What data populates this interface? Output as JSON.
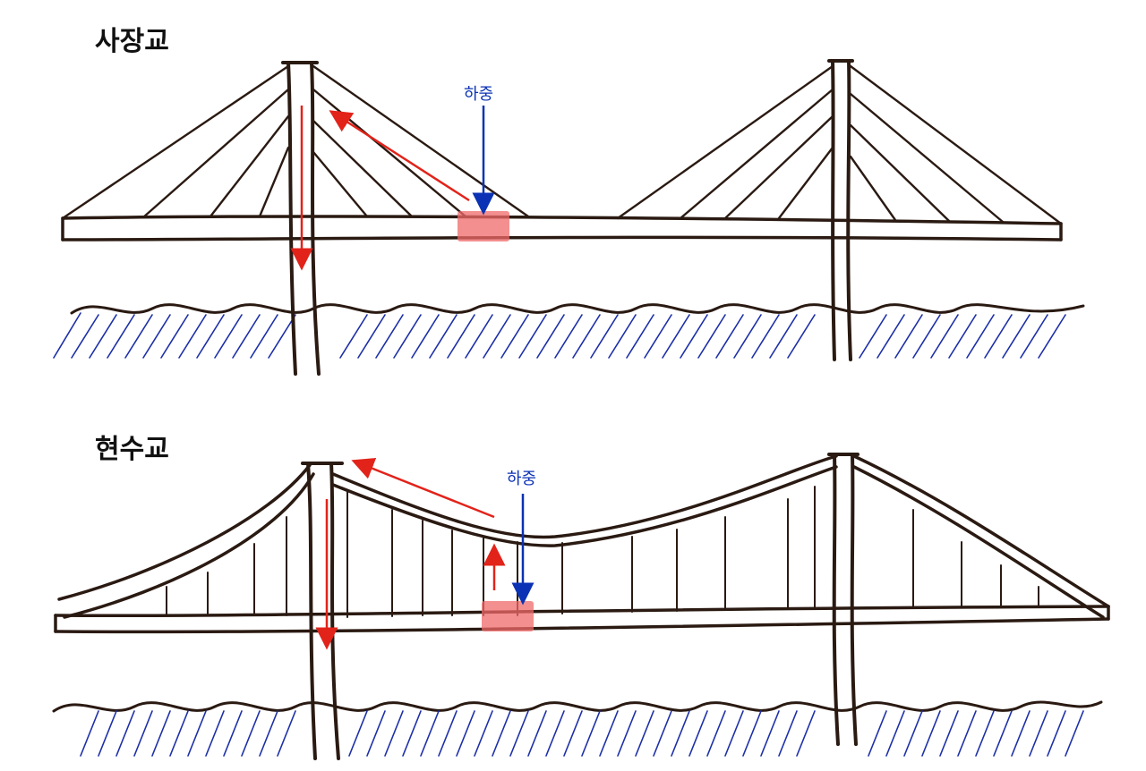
{
  "titles": {
    "cable_stayed": "사장교",
    "suspension": "현수교"
  },
  "labels": {
    "load": "하중"
  },
  "colors": {
    "structure": "#2a1a12",
    "water": "#1c2fa8",
    "tension_arrow": "#e2231a",
    "load_arrow": "#0b32b4",
    "load_highlight": "#f06a6a"
  }
}
